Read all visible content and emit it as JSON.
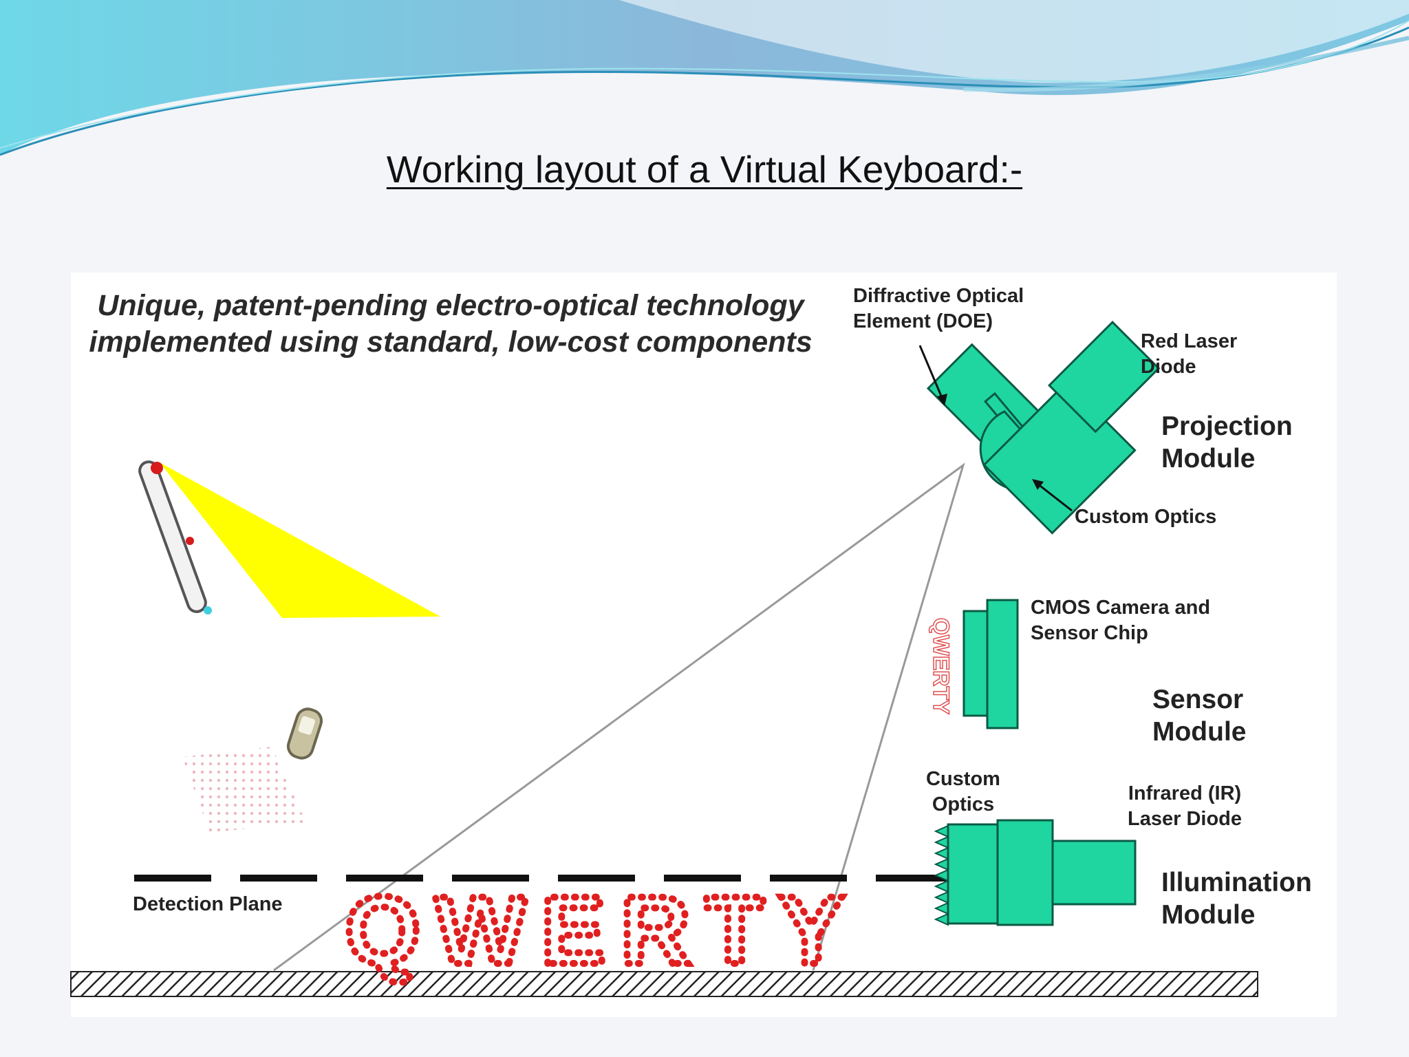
{
  "slide": {
    "title": "Working layout of a Virtual Keyboard:-"
  },
  "diagram": {
    "tagline": "Unique, patent-pending electro-optical technology implemented using standard, low-cost components",
    "labels": {
      "doe": "Diffractive Optical Element (DOE)",
      "red_laser": "Red Laser Diode",
      "projection_module": "Projection Module",
      "custom_optics_top": "Custom Optics",
      "cmos": "CMOS Camera and Sensor Chip",
      "sensor_module": "Sensor Module",
      "custom_optics_bottom": "Custom Optics",
      "ir_laser": "Infrared (IR) Laser Diode",
      "illumination_module": "Illumination Module",
      "detection_plane": "Detection Plane",
      "qwerty": "QWERTY",
      "qwerty_small": "QWERTY"
    },
    "colors": {
      "module_green": "#1fd6a0",
      "module_outline": "#0a5a45",
      "projection_beam": "#ffff00",
      "qwerty_red": "#e02020",
      "wave_blue": "#7ec8e3"
    }
  }
}
